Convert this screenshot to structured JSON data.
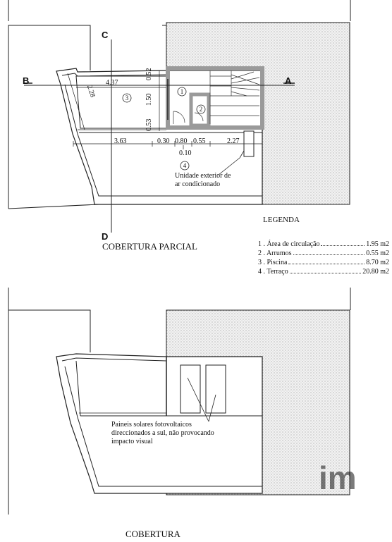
{
  "top_plan": {
    "title": "COBERTURA PARCIAL",
    "section_markers": [
      "A",
      "B",
      "C",
      "D"
    ],
    "room_numbers": [
      "1",
      "2",
      "3",
      "4"
    ],
    "dimensions": {
      "pool_width": "4.37",
      "pool_diag": "2.28",
      "d_052": "0.52",
      "d_150": "1.50",
      "d_053": "0.53",
      "bottom": [
        "3.63",
        "0.30",
        "0.80",
        "0.55",
        "2.27"
      ],
      "below": "0.10"
    },
    "ac_note_line1": "Unidade exterior de",
    "ac_note_line2": "ar condicionado"
  },
  "legend": {
    "title": "LEGENDA",
    "items": [
      {
        "label": "1 . Área de circulação",
        "value": "1.95 m2"
      },
      {
        "label": "2 . Arrumos",
        "value": "0.55 m2"
      },
      {
        "label": "3 . Piscina",
        "value": "8.70 m2"
      },
      {
        "label": "4 . Terraço",
        "value": "20.80 m2"
      }
    ]
  },
  "bottom_plan": {
    "title": "COBERTURA",
    "solar_note": [
      "Paineis solares fotovoltaicos",
      "direccionados a sul, não provocando",
      "impacto visual"
    ]
  },
  "watermark": "im"
}
